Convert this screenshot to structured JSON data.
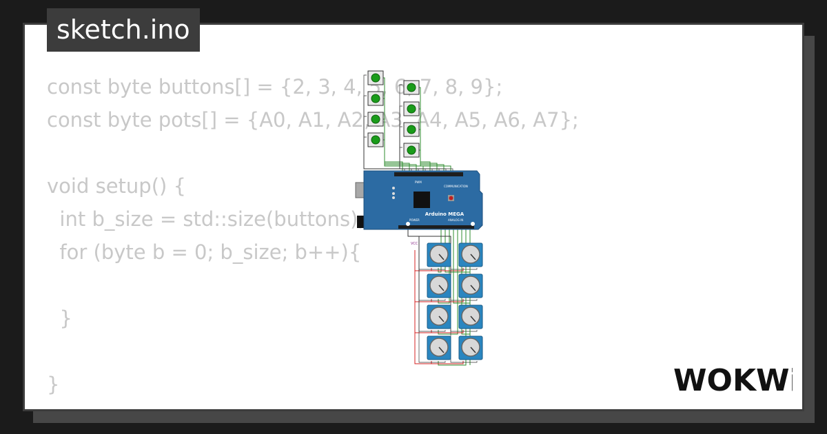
{
  "title": "sketch.ino",
  "code_lines": [
    "const byte buttons[] = {2, 3, 4, 5, 6, 7, 8, 9};",
    "const byte pots[] = {A0, A1, A2, A3, A4, A5, A6, A7};",
    "",
    "void setup() {",
    "  int b_size = std::size(buttons);",
    "  for (byte b = 0; b_size; b++){",
    "",
    "  }",
    "",
    "}"
  ],
  "board": {
    "name": "Arduino MEGA",
    "label_pwm": "PWM",
    "label_communication": "COMMUNICATION",
    "label_power": "POWER",
    "label_analog": "ANALOG IN",
    "label_vcc": "VCC"
  },
  "brand": "WOKWi",
  "colors": {
    "background": "#1b1b1b",
    "card": "#ffffff",
    "code_text": "#c8c8c8",
    "board_blue": "#2c6ba3",
    "button_green": "#1a9c1a",
    "wire_green": "#2e8b2e",
    "wire_red": "#d42020",
    "pot_blue": "#2a86c0"
  }
}
